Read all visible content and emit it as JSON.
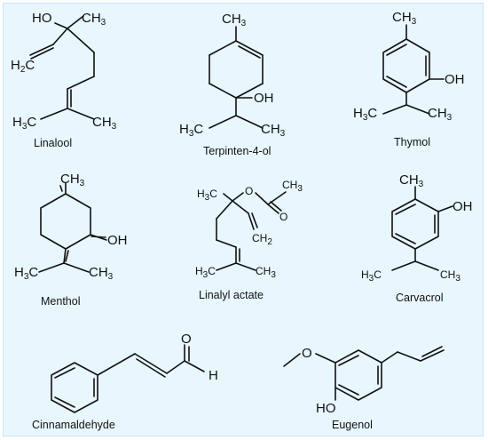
{
  "figure": {
    "background": "#e8f6fd",
    "compounds": [
      {
        "name": "Linalool"
      },
      {
        "name": "Terpinten-4-ol"
      },
      {
        "name": "Thymol"
      },
      {
        "name": "Menthol"
      },
      {
        "name": "Linalyl actate"
      },
      {
        "name": "Carvacrol"
      },
      {
        "name": "Cinnamaldehyde"
      },
      {
        "name": "Eugenol"
      }
    ]
  }
}
